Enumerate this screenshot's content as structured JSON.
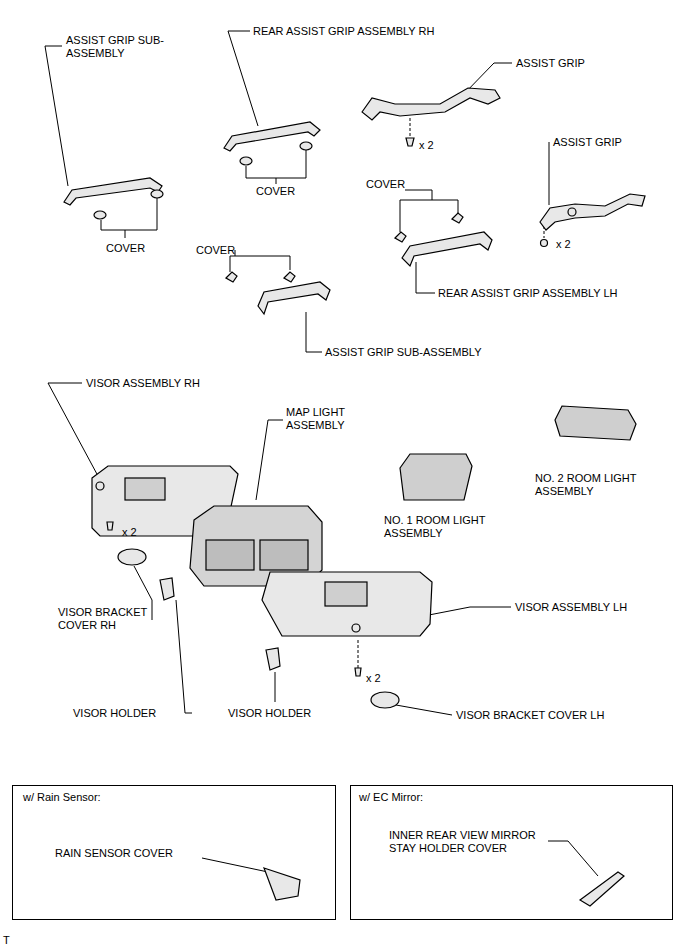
{
  "diagram": {
    "nodes": [
      {
        "text": [
          "w/ Rain Sensor:",
          "RAIN SENSOR COVER"
        ]
      },
      {
        "text": [
          "w/ EC Mirror:",
          "INNER REAR VIEW MIRROR STAY HOLDER COVER"
        ]
      }
    ],
    "labels": [
      "ASSIST GRIP SUB-ASSEMBLY",
      "REAR ASSIST GRIP ASSEMBLY RH",
      "ASSIST GRIP",
      "x 2",
      "ASSIST GRIP",
      "COVER",
      "COVER",
      "x 2",
      "COVER",
      "COVER",
      "REAR ASSIST GRIP ASSEMBLY LH",
      "ASSIST GRIP SUB-ASSEMBLY",
      "VISOR ASSEMBLY RH",
      "MAP LIGHT ASSEMBLY",
      "x 2",
      "NO. 1 ROOM LIGHT ASSEMBLY",
      "NO. 2 ROOM LIGHT ASSEMBLY",
      "VISOR ASSEMBLY LH",
      "VISOR BRACKET COVER RH",
      "x 2",
      "VISOR HOLDER",
      "VISOR HOLDER",
      "VISOR BRACKET COVER LH",
      "T"
    ]
  }
}
